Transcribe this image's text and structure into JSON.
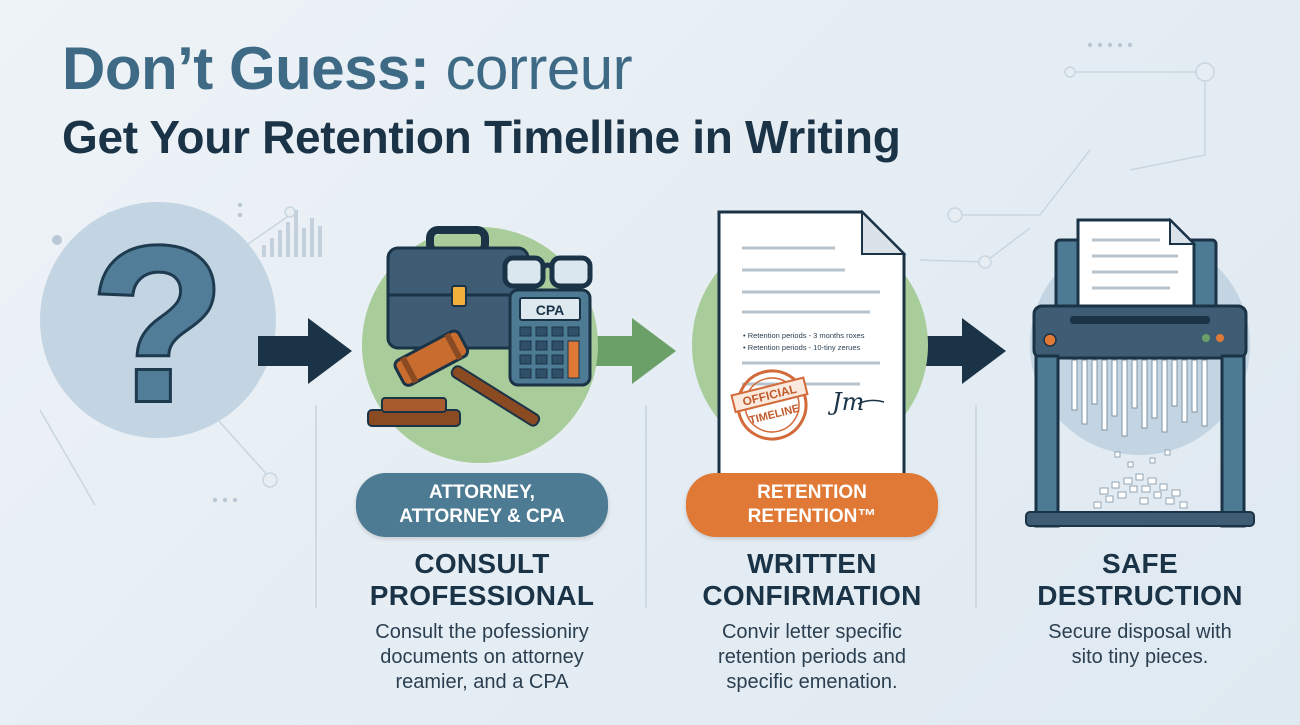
{
  "header": {
    "title_bold": "Don’t Guess:",
    "title_light": "correur",
    "subtitle": "Get Your Retention Timelline in  Writing"
  },
  "calculator": {
    "label": "CPA"
  },
  "document": {
    "bullets": [
      "Retention periods - 3 months roxes",
      "Retention periods - 10-tiny zerues"
    ],
    "stamp_line1": "OFFICIAL",
    "stamp_line2": "TIMELINE",
    "signature": "Jm"
  },
  "steps": [
    {
      "badge_lines": [
        "ATTORNEY,",
        "ATTORNEY & CPA"
      ],
      "title_lines": [
        "CONSULT",
        "PROFESSIONAL"
      ],
      "desc_lines": [
        "Consult the pofessioniry",
        "documents on attorney",
        "reamier, and a CPA"
      ]
    },
    {
      "badge_lines": [
        "RETENTION",
        "RETENTION™"
      ],
      "title_lines": [
        "WRITTEN",
        "CONFIRMATION"
      ],
      "desc_lines": [
        "Convir letter specific",
        "retention periods and",
        "specific emenation."
      ]
    },
    {
      "title_lines": [
        "SAFE",
        "DESTRUCTION"
      ],
      "desc_lines": [
        "Secure disposal with",
        "sito tiny pieces."
      ]
    }
  ],
  "colors": {
    "navy": "#1b3347",
    "steel_blue": "#4d7b93",
    "orange": "#e07935",
    "green": "#8fbf86",
    "circle_blue": "#c3d4e2"
  },
  "icons": [
    "question-mark-icon",
    "briefcase-icon",
    "glasses-icon",
    "calculator-icon",
    "gavel-icon",
    "document-icon",
    "stamp-icon",
    "signature-icon",
    "shredder-icon",
    "arrow-right-icon"
  ]
}
